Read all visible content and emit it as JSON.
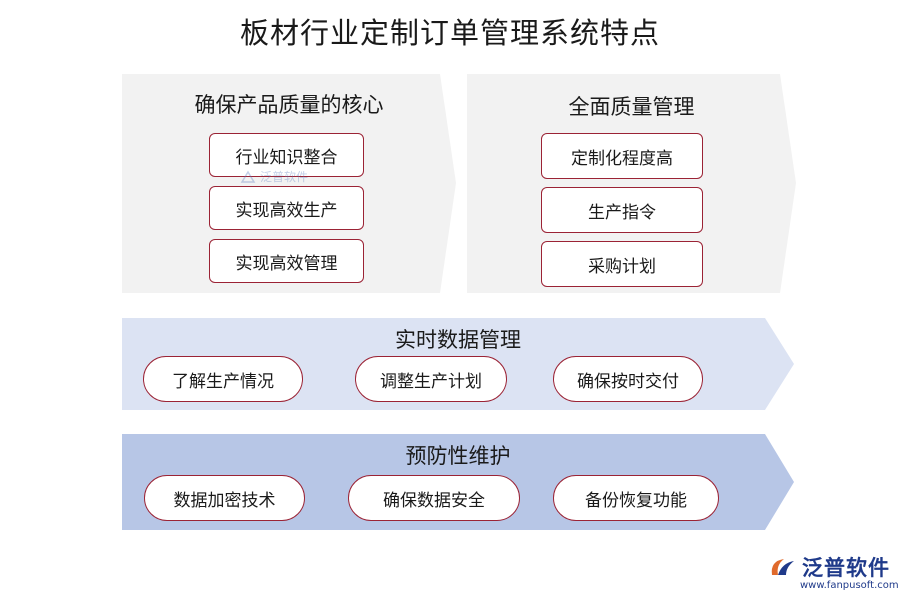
{
  "title": "板材行业定制订单管理系统特点",
  "panels": [
    {
      "title": "确保产品质量的核心",
      "items": [
        "行业知识整合",
        "实现高效生产",
        "实现高效管理"
      ]
    },
    {
      "title": "全面质量管理",
      "items": [
        "定制化程度高",
        "生产指令",
        "采购计划"
      ]
    }
  ],
  "bands": [
    {
      "title": "实时数据管理",
      "items": [
        "了解生产情况",
        "调整生产计划",
        "确保按时交付"
      ]
    },
    {
      "title": "预防性维护",
      "items": [
        "数据加密技术",
        "确保数据安全",
        "备份恢复功能"
      ]
    }
  ],
  "watermark": {
    "text": "泛普软件"
  },
  "brand": {
    "name": "泛普软件",
    "url": "www.fanpusoft.com"
  },
  "colors": {
    "panel_fill": "#f2f2f2",
    "band1_fill": "#dce3f3",
    "band2_fill": "#b7c6e6",
    "box_border": "#9b2335"
  }
}
